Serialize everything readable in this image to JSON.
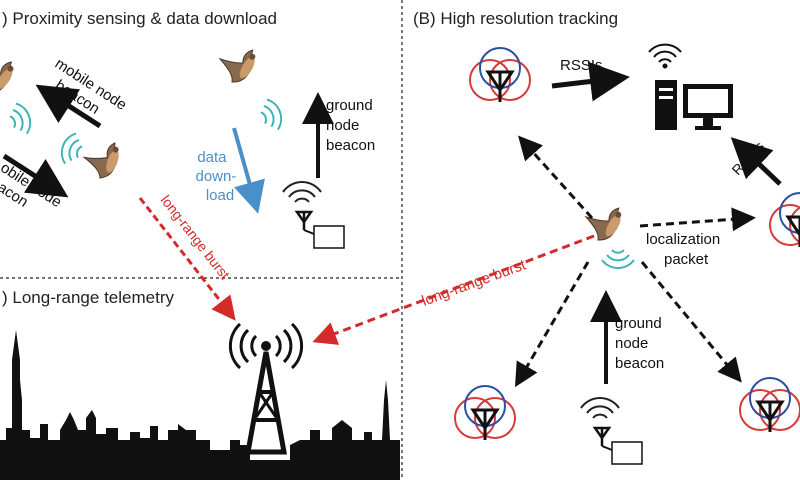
{
  "panels": {
    "a": {
      "title": ") Proximity sensing & data download"
    },
    "b": {
      "title": "(B) High resolution tracking"
    },
    "c": {
      "title": ") Long-range telemetry"
    }
  },
  "labels": {
    "mobile_beacon_top": [
      "mobile node",
      "beacon"
    ],
    "mobile_beacon_bottom": [
      "obile node",
      "eacon"
    ],
    "data_download": [
      "data",
      "down-",
      "load"
    ],
    "ground_beacon_a": [
      "ground",
      "node",
      "beacon"
    ],
    "long_range_burst_diag": "long-range burst",
    "long_range_burst_b": "long-range burst",
    "rssis_top": "RSSIs",
    "rssis_right": "RSSIs",
    "localization": [
      "localization",
      "packet"
    ],
    "ground_beacon_b": [
      "ground",
      "node",
      "beacon"
    ]
  },
  "colors": {
    "arrow_black": "#111111",
    "arrow_red": "#d42a2a",
    "arrow_blue": "#4a90c8",
    "antenna_red": "#d63a3a",
    "antenna_blue": "#2a4fa0",
    "bat": "#8a6a4e",
    "skyline": "#111111"
  },
  "icons": [
    "bat-icon",
    "signal-waves-icon",
    "antenna-node-icon",
    "radio-tower-icon",
    "computer-icon",
    "city-skyline"
  ]
}
